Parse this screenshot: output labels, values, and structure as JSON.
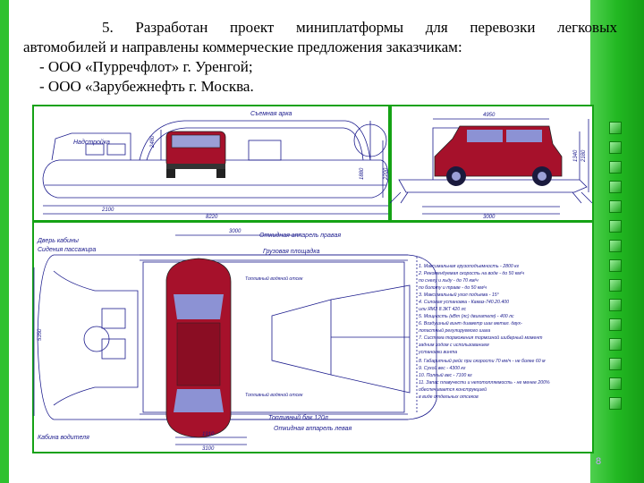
{
  "heading": {
    "line1": "5. Разработан проект миниплатформы для перевозки легковых",
    "line2": "автомобилей и направлены коммерческие предложения заказчикам:",
    "items": [
      "- ООО «Пурречфлот» г. Уренгой;",
      "- ООО «Зарубежнефть г. Москва."
    ]
  },
  "drawing": {
    "side_labels": {
      "arch": "Съемная арка",
      "cabin": "Надстройка"
    },
    "side_dims": {
      "length_total": "8220",
      "length_part": "2100",
      "height_a": "2480",
      "height_b": "1880",
      "right_height": "2200",
      "front_top": "4950",
      "front_width": "3000",
      "front_height": "2180",
      "front_side": "1340"
    },
    "plan_labels": {
      "cabin_door": "Дверь кабины",
      "seats": "Сидения пассажира",
      "ramp_right": "Откидная аппарель правая",
      "cargo_platform": "Грузовая площадка",
      "ramp_left": "Откидная аппарель левая",
      "driver_cabin": "Кабина водителя",
      "tank_1": "Топливный водяной отсек",
      "tank_2": "Топливный водяной отсек",
      "fuel_bay": "Топливный бак 120л"
    },
    "plan_dims": {
      "top": "3000",
      "left": "5350",
      "bottom_1": "1910",
      "bottom_2": "3100"
    },
    "specs": [
      "1. Максимальная грузоподъемность           - 2800 кг",
      "2. Рекомендуемая скорость    на воде          - до 50 км/ч",
      "                                          по снегу и льду    - до 70 км/ч",
      "                                          по болоту и траве  - до 50 км/ч",
      "3. Максимальный угол подъема                 - 15°",
      "4. Силовая установка                            - Камаз-740.20.400",
      "                                        или ЯМЗ 8.3КТ 420 лс",
      "5. Мощность (кВт (лс) двигателя)            - 400 лс",
      "6. Воздушный винт           диаметр шаг метал. двух-",
      "                                        лопастный регулируемого шага",
      "7. Система торможения           тормозной шиберный момент",
      "                                        задним ходом с использованием",
      "                                        установки винта",
      "8. Габаритный рейс при скорости 70 км/ч       - не более 60 м",
      "9. Сухой вес                                          - 4300 кг",
      "10. Полный вес                                       - 7100 кг",
      "11. Запас плавучести и непотопляемость   - не менее 200%",
      "                                        обеспечивается конструкцией",
      "                                        в виде отдельных отсеков"
    ]
  },
  "page_number": "8",
  "colors": {
    "accent": "#22b822",
    "car_body": "#a6112b",
    "line_ink": "#1a1a8c"
  }
}
